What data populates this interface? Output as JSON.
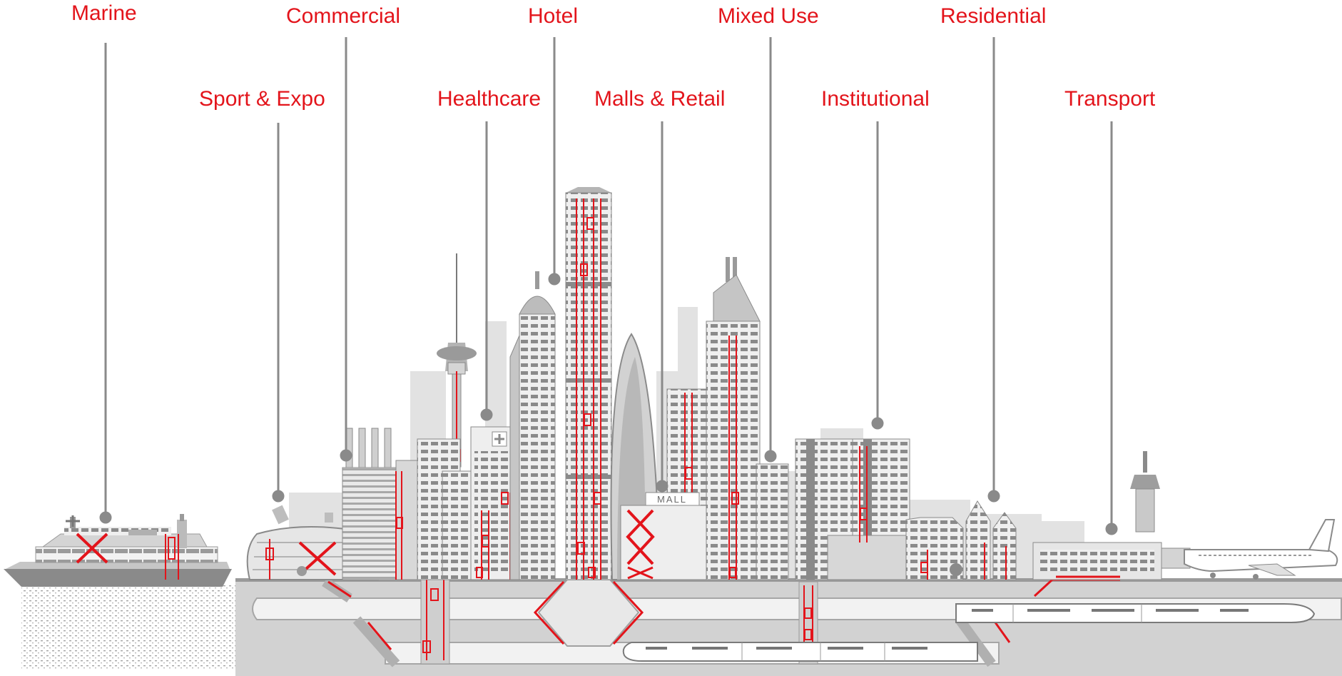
{
  "colors": {
    "accent": "#e3141b",
    "building_dark": "#8f8f8f",
    "building_mid": "#b9b9b9",
    "building_light": "#dcdcdc",
    "window": "#6f6f6f",
    "leader": "#8a8a8a"
  },
  "sectors": [
    {
      "id": "marine",
      "label": "Marine"
    },
    {
      "id": "commercial",
      "label": "Commercial"
    },
    {
      "id": "hotel",
      "label": "Hotel"
    },
    {
      "id": "mixed-use",
      "label": "Mixed Use"
    },
    {
      "id": "residential",
      "label": "Residential"
    },
    {
      "id": "sport-expo",
      "label": "Sport & Expo"
    },
    {
      "id": "healthcare",
      "label": "Healthcare"
    },
    {
      "id": "malls-retail",
      "label": "Malls & Retail"
    },
    {
      "id": "institutional",
      "label": "Institutional"
    },
    {
      "id": "transport",
      "label": "Transport"
    }
  ],
  "signs": {
    "mall": "MALL"
  },
  "icons": {
    "healthcare_cross": "medical-cross-icon"
  }
}
